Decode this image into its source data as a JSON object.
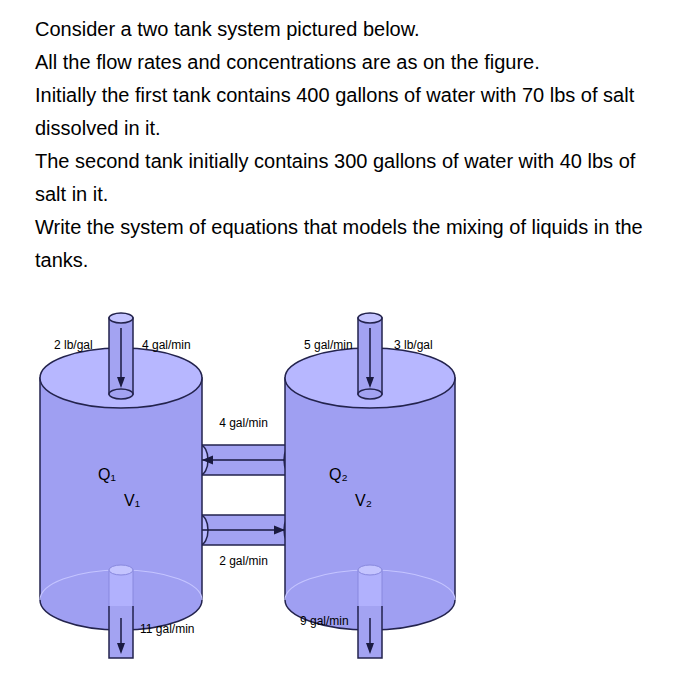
{
  "diagram": {
    "nodes": [
      {
        "text": [
          "Q₁",
          "V₁"
        ]
      },
      {
        "text": [
          "Q₂",
          "V₂"
        ]
      }
    ],
    "edges": [
      {
        "from": 1,
        "to": 0,
        "arrow": "to",
        "label": "4 gal/min"
      },
      {
        "from": 0,
        "to": 1,
        "arrow": "to",
        "label": "2 gal/min"
      }
    ],
    "labels": [
      "Consider a two tank system pictured below.",
      "All the flow rates and concentrations are as on the figure.",
      "Initially the first tank contains 400 gallons of water with 70 lbs of salt dissolved in it.",
      "The second tank initially contains 300 gallons of water with 40 lbs of salt in it.",
      "Write the system of equations that models the mixing of liquids in the tanks.",
      "2 lb/gal",
      "4 gal/min",
      "5 gal/min",
      "3 lb/gal",
      "11 gal/min",
      "9 gal/min"
    ]
  }
}
